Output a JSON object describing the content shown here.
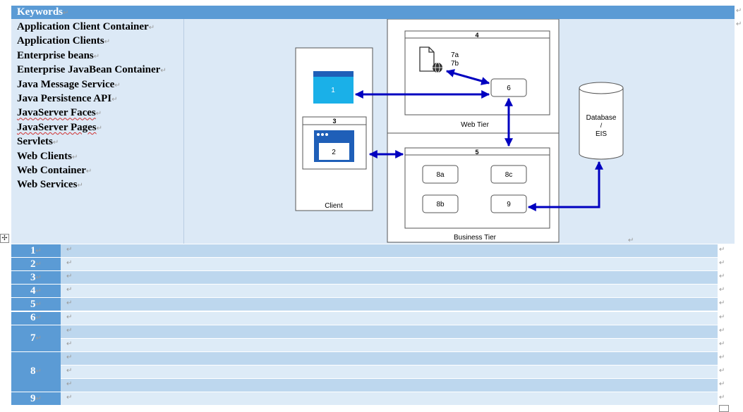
{
  "header": {
    "title": "Keywords"
  },
  "keywords": [
    "Application Client Container",
    "Application Clients",
    "Enterprise beans",
    "Enterprise JavaBean Container",
    "Java Message Service",
    "Java Persistence API",
    "JavaServer Faces",
    "JavaServer Pages",
    "Servlets",
    "Web Clients",
    "Web Container",
    "Web Services"
  ],
  "mark": "↵",
  "move_handle": "✢",
  "diagram": {
    "client_label": "Client",
    "web_tier_label": "Web Tier",
    "business_tier_label": "Business Tier",
    "database_label_1": "Database",
    "database_label_2": "/",
    "database_label_3": "EIS",
    "n1": "1",
    "n2": "2",
    "n3": "3",
    "n4": "4",
    "n5": "5",
    "n6": "6",
    "n7a": "7a",
    "n7b": "7b",
    "n8a": "8a",
    "n8b": "8b",
    "n8c": "8c",
    "n9": "9",
    "arrow_color": "#0000c0",
    "app_blue": "#1ab0e8",
    "app_dark": "#1f5fb8"
  },
  "answer_rows": [
    {
      "label": "1",
      "lines": 1
    },
    {
      "label": "2",
      "lines": 1
    },
    {
      "label": "3",
      "lines": 1
    },
    {
      "label": "4",
      "lines": 1
    },
    {
      "label": "5",
      "lines": 1
    },
    {
      "label": "6",
      "lines": 1
    },
    {
      "label": "7",
      "lines": 2
    },
    {
      "label": "8",
      "lines": 3
    },
    {
      "label": "9",
      "lines": 1
    }
  ]
}
